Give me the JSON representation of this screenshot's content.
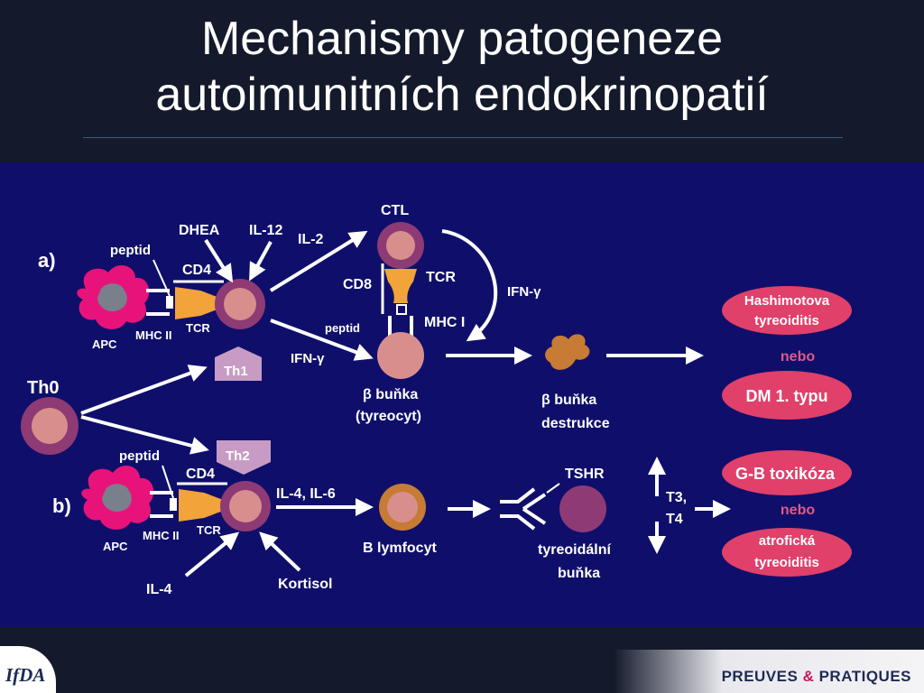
{
  "title": {
    "line1": "Mechanismy patogeneze",
    "line2": "autoimunitních endokrinopatií"
  },
  "diagram": {
    "a": {
      "label": "a)",
      "dhea": "DHEA",
      "il12": "IL-12",
      "il2": "IL-2",
      "peptid": "peptid",
      "cd4": "CD4",
      "apc": "APC",
      "mhc2": "MHC II",
      "tcr": "TCR",
      "ctl": "CTL",
      "cd8": "CD8",
      "tcr_ctl": "TCR",
      "peptid_ctl": "peptid",
      "mhc1": "MHC I",
      "ifn_top": "IFN-γ",
      "ifn_low": "IFN-γ",
      "beta_cell_1": "β buňka",
      "beta_cell_2": "(tyreocyt)",
      "destr_1": "β buňka",
      "destr_2": "destrukce"
    },
    "th0": "Th0",
    "th1": "Th1",
    "th2": "Th2",
    "b": {
      "label": "b)",
      "peptid": "peptid",
      "cd4": "CD4",
      "apc": "APC",
      "mhc2": "MHC II",
      "tcr": "TCR",
      "il46": "IL-4, IL-6",
      "il4": "IL-4",
      "kortisol": "Kortisol",
      "b_lymfocyt": "B lymfocyt",
      "tshr": "TSHR",
      "tyr_1": "tyreoidální",
      "tyr_2": "buňka",
      "t3": "T3,",
      "t4": "T4"
    },
    "outcomes": {
      "hashimoto_1": "Hashimotova",
      "hashimoto_2": "tyreoiditis",
      "nebo_1": "nebo",
      "dm1": "DM 1. typu",
      "gb": "G-B toxikóza",
      "nebo_2": "nebo",
      "atrof_1": "atrofická",
      "atrof_2": "tyreoiditis"
    }
  },
  "footer": {
    "logo": "IfDA",
    "brand_1": "PREUVES",
    "brand_amp": "&",
    "brand_2": "PRATIQUES"
  },
  "colors": {
    "panel": "#0f0f6b",
    "cell_outer": "#8e3a74",
    "cell_inner": "#d98e8e",
    "apc": "#e8137a",
    "tcr": "#f2a33a",
    "outcome": "#e0406a",
    "destroyed": "#c77b34"
  }
}
